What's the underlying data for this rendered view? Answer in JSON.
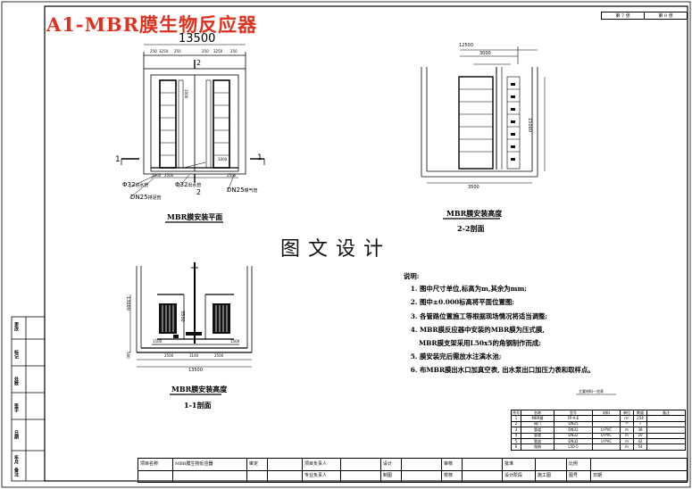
{
  "drawing_title": "A1-MBR膜生物反应器",
  "watermark": "图文设计",
  "page_indicator": {
    "current": "第 7 张",
    "total": "第 8 张"
  },
  "plan_view": {
    "overall_width": "13500",
    "top_dims": [
      "250",
      "3250",
      "250",
      "250",
      "3250",
      "250"
    ],
    "section_marker": "2",
    "section_marker_bottom": "2",
    "left_marker": "1",
    "right_marker": "1",
    "inner_label_left": "1000",
    "inner_label_right": "1000",
    "bottom_left_dims": [
      "1000",
      "2500"
    ],
    "bottom_right_dims": [
      "2500"
    ],
    "pipe_left": "Φ32",
    "pipe_mid": "Φ32",
    "pipe_left_unit": "进水管",
    "pipe_mid_unit": "出水管",
    "dn_left": "DN25",
    "dn_left_unit": "排泥管",
    "dn_right": "DN25",
    "dn_right_unit": "曝气管",
    "caption": "MBR膜安装平面"
  },
  "section_2_2": {
    "top_dim": "12500",
    "inner_dim": "3000",
    "right_dim": "15000",
    "bottom_dim": "3500",
    "caption": "MBR膜安装高度",
    "subcaption": "2-2剖面"
  },
  "section_1_1": {
    "left_dim": "13000",
    "module_dim": "3500",
    "bottom_dims": [
      "1500",
      "2500",
      "3140",
      "2500",
      "1500"
    ],
    "base_dim": "500",
    "total_dim": "13500",
    "mid_dim": "3140",
    "caption": "MBR膜安装高度",
    "subcaption": "1-1剖面"
  },
  "notes": {
    "heading": "说明:",
    "items": [
      "图中尺寸单位,标高为m,其余为mm;",
      "图中±0.000标高将平面位置图;",
      "各管路位置施工等根据现场情况将适当调整;",
      "MBR膜反应器中安装的MBR膜为压式膜,",
      "膜安装完后需放水注满水池;",
      "布MBR膜出水口加真空表, 出水泵出口加压力表和取样点。"
    ],
    "item4_sub": "MBR膜支架采用L50x5的角钢制作而成;"
  },
  "bom": {
    "caption": "主要材料一览表",
    "headers": [
      "序号",
      "名称",
      "型号",
      "材料",
      "单位",
      "数量",
      "备注"
    ],
    "rows": [
      [
        "1",
        "MBR膜",
        "FP-A-E",
        "",
        "m²",
        "254",
        ""
      ],
      [
        "2",
        "阀门",
        "DN25",
        "",
        "个",
        "7",
        ""
      ],
      [
        "3",
        "管道",
        "DN32",
        "U-PVC",
        "m",
        "38",
        ""
      ],
      [
        "4",
        "管道",
        "DN32",
        "U-PVC",
        "m",
        "20",
        ""
      ],
      [
        "5",
        "管道",
        "DN32",
        "U-PVC",
        "m",
        "42",
        ""
      ],
      [
        "6",
        "角钢",
        "L50-5",
        "",
        "m",
        "54",
        ""
      ]
    ]
  },
  "title_block": {
    "project_label": "项目名称",
    "project_value": "MBR膜生物反应器",
    "audit": "审定",
    "project_lead": "项目负责人",
    "design": "设计",
    "check": "审核",
    "approve": "批准",
    "discipline_lead": "专业负责人",
    "draw": "制图",
    "review": "校核",
    "design_stage": "设计阶段",
    "design_stage_value": "施工图",
    "scale": "比例",
    "drawing_no": "图号",
    "date": "日期"
  },
  "left_strip": [
    "更改",
    "标记",
    "处数",
    "签字",
    "日期",
    "年月",
    "备注"
  ]
}
